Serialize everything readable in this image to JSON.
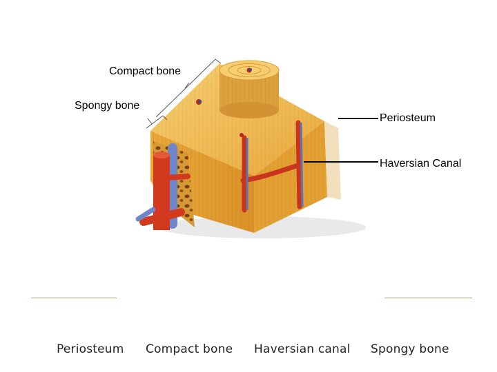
{
  "diagram": {
    "labels": {
      "compact_bone": "Compact bone",
      "spongy_bone": "Spongy bone",
      "periosteum": "Periosteum",
      "haversian_canal": "Haversian Canal"
    }
  },
  "word_bank": [
    "Periosteum",
    "Compact bone",
    "Haversian canal",
    "Spongy bone"
  ],
  "colors": {
    "bone": "#e6a733",
    "bone_light": "#f3c869",
    "artery": "#d13a1e",
    "vein": "#6f86c9",
    "answer_line": "#a6955d"
  }
}
